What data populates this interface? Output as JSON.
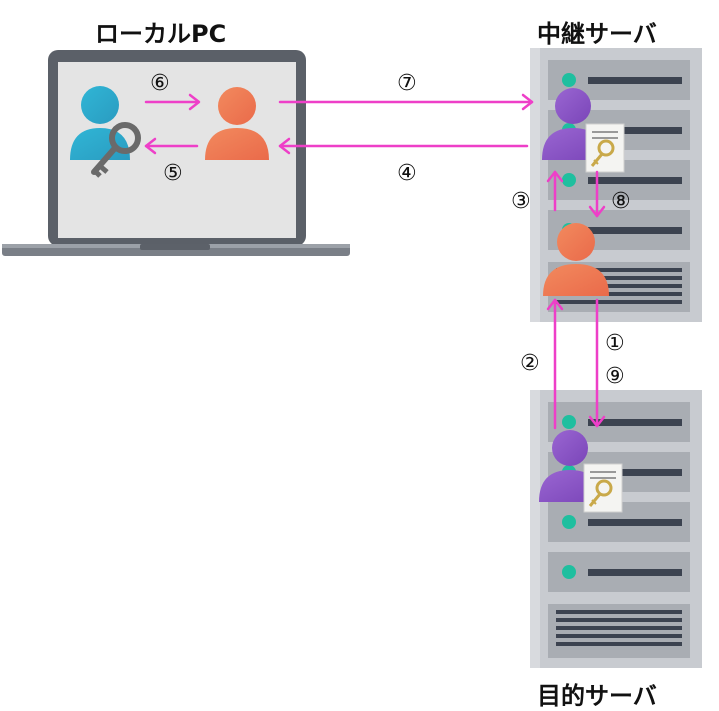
{
  "titles": {
    "local_pc": "ローカルPC",
    "relay_server": "中継サーバ",
    "target_server": "目的サーバ"
  },
  "steps": {
    "s1": "①",
    "s2": "②",
    "s3": "③",
    "s4": "④",
    "s5": "⑤",
    "s6": "⑥",
    "s7": "⑦",
    "s8": "⑧",
    "s9": "⑨"
  },
  "colors": {
    "arrow": "#ee3fc8",
    "user_teal": "#2aa8c8",
    "user_orange": "#f07e56",
    "user_purple": "#8b56c8",
    "server_body": "#c9ccd1",
    "server_slot": "#3c4350",
    "server_led": "#1fbf9f",
    "laptop_frame": "#565b63",
    "laptop_screen": "#e3e3e3",
    "key_gray": "#6a6a6a",
    "key_gold": "#c9a94a"
  },
  "icons": [
    "laptop-icon",
    "server-icon",
    "user-icon",
    "key-icon",
    "certificate-icon"
  ]
}
